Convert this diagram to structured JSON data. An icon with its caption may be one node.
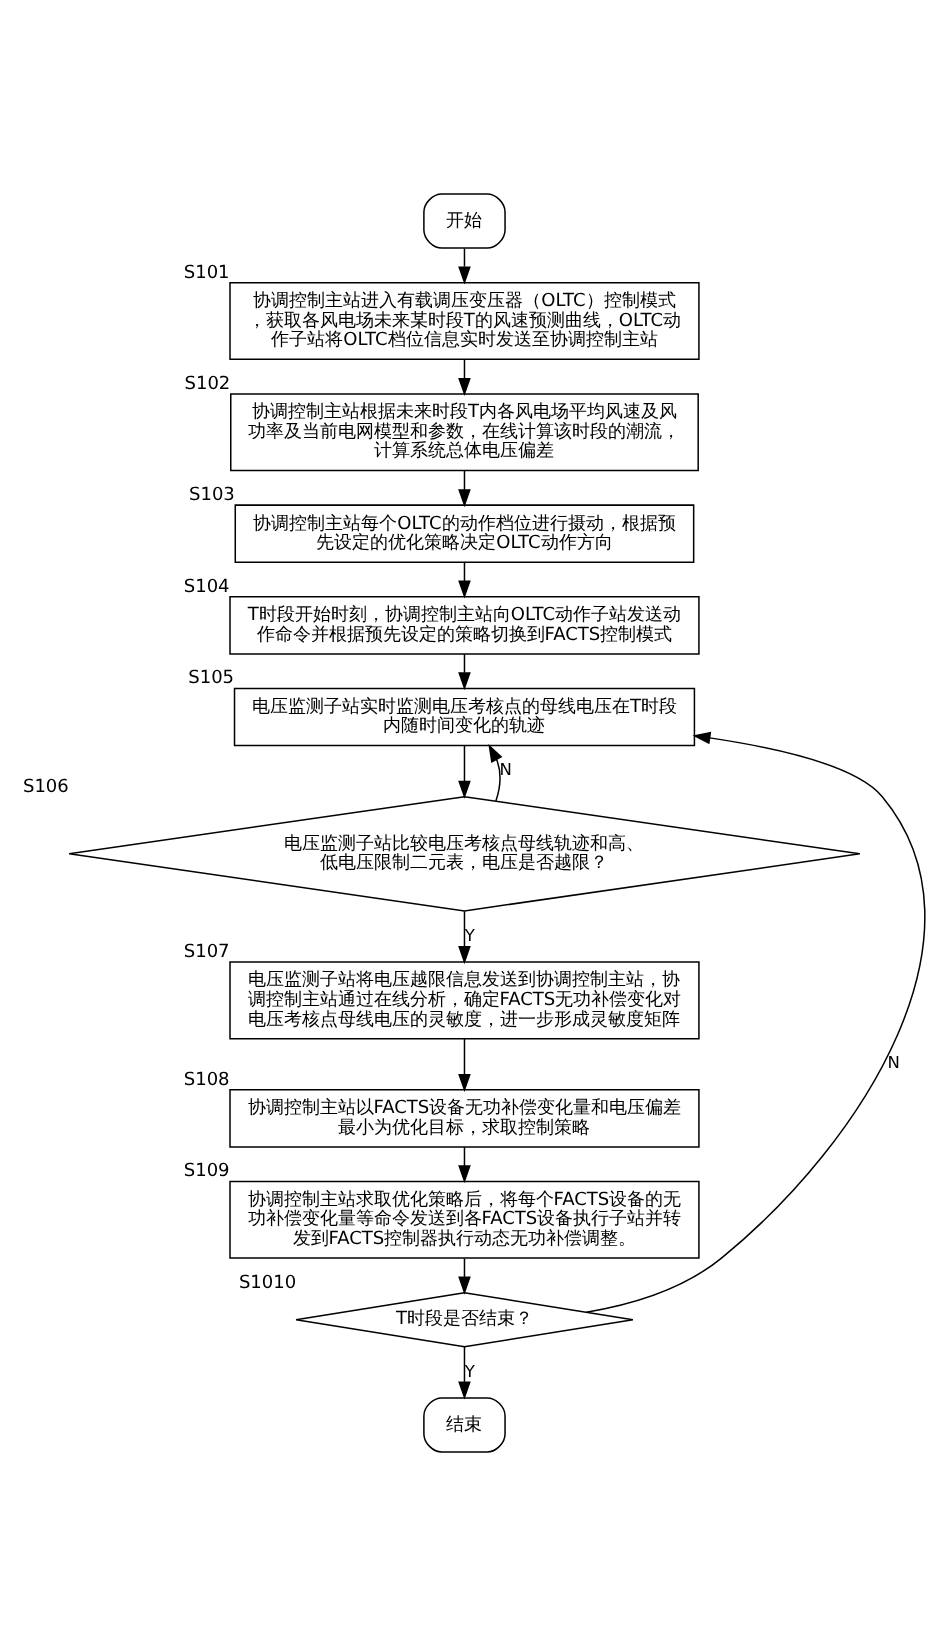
{
  "diagram": {
    "nodes": [
      {
        "text": [
          "开始"
        ]
      },
      {
        "text": [
          "协调控制主站进入有载调压变压器（OLTC）控制模式，获取各风电场未来某时段T的风速预测曲线，OLTC动作子站将OLTC档位信息实时发送至协调控制主站"
        ],
        "beside": [
          "S101"
        ]
      },
      {
        "text": [
          "协调控制主站根据未来时段T内各风电场平均风速及风功率及当前电网模型和参数，在线计算该时段的潮流，计算系统总体电压偏差"
        ],
        "beside": [
          "S102"
        ]
      },
      {
        "text": [
          "协调控制主站每个OLTC的动作档位进行摄动，根据预先设定的优化策略决定OLTC动作方向"
        ],
        "beside": [
          "S103"
        ]
      },
      {
        "text": [
          "T时段开始时刻，协调控制主站向OLTC动作子站发送动作命令并根据预先设定的策略切换到FACTS控制模式"
        ],
        "beside": [
          "S104"
        ]
      },
      {
        "text": [
          "电压监测子站实时监测电压考核点的母线电压在T时段内随时间变化的轨迹"
        ],
        "beside": [
          "S105"
        ]
      },
      {
        "text": [
          "电压监测子站比较电压考核点母线轨迹和高、低电压限制二元表，电压是否越限？"
        ],
        "beside": [
          "S106"
        ]
      },
      {
        "text": [
          "电压监测子站将电压越限信息发送到协调控制主站，协调控制主站通过在线分析，确定FACTS无功补偿变化对电压考核点母线电压的灵敏度，进一步形成灵敏度矩阵"
        ],
        "beside": [
          "S107"
        ]
      },
      {
        "text": [
          "协调控制主站以FACTS设备无功补偿变化量和电压偏差最小为优化目标，求取控制策略"
        ],
        "beside": [
          "S108"
        ]
      },
      {
        "text": [
          "协调控制主站求取优化策略后，将每个FACTS设备的无功补偿变化量等命令发送到各FACTS设备执行子站并转发到FACTS控制器执行动态无功补偿调整。"
        ],
        "beside": [
          "S109"
        ]
      },
      {
        "text": [
          "T时段是否结束？"
        ],
        "beside": [
          "S1010"
        ]
      },
      {
        "text": [
          "结束"
        ]
      }
    ],
    "edges": [
      {
        "from": 0,
        "to": 1,
        "arrow": "to"
      },
      {
        "from": 1,
        "to": 2,
        "arrow": "to"
      },
      {
        "from": 2,
        "to": 3,
        "arrow": "to"
      },
      {
        "from": 3,
        "to": 4,
        "arrow": "to"
      },
      {
        "from": 4,
        "to": 5,
        "arrow": "to"
      },
      {
        "from": 5,
        "to": 6,
        "arrow": "to"
      },
      {
        "from": 6,
        "to": 5,
        "arrow": "to",
        "label": "N"
      },
      {
        "from": 6,
        "to": 7,
        "arrow": "to",
        "label": "Y"
      },
      {
        "from": 7,
        "to": 8,
        "arrow": "to"
      },
      {
        "from": 8,
        "to": 9,
        "arrow": "to"
      },
      {
        "from": 9,
        "to": 10,
        "arrow": "to"
      },
      {
        "from": 10,
        "to": 5,
        "arrow": "to",
        "label": "N"
      },
      {
        "from": 10,
        "to": 11,
        "arrow": "to",
        "label": "Y"
      }
    ]
  }
}
